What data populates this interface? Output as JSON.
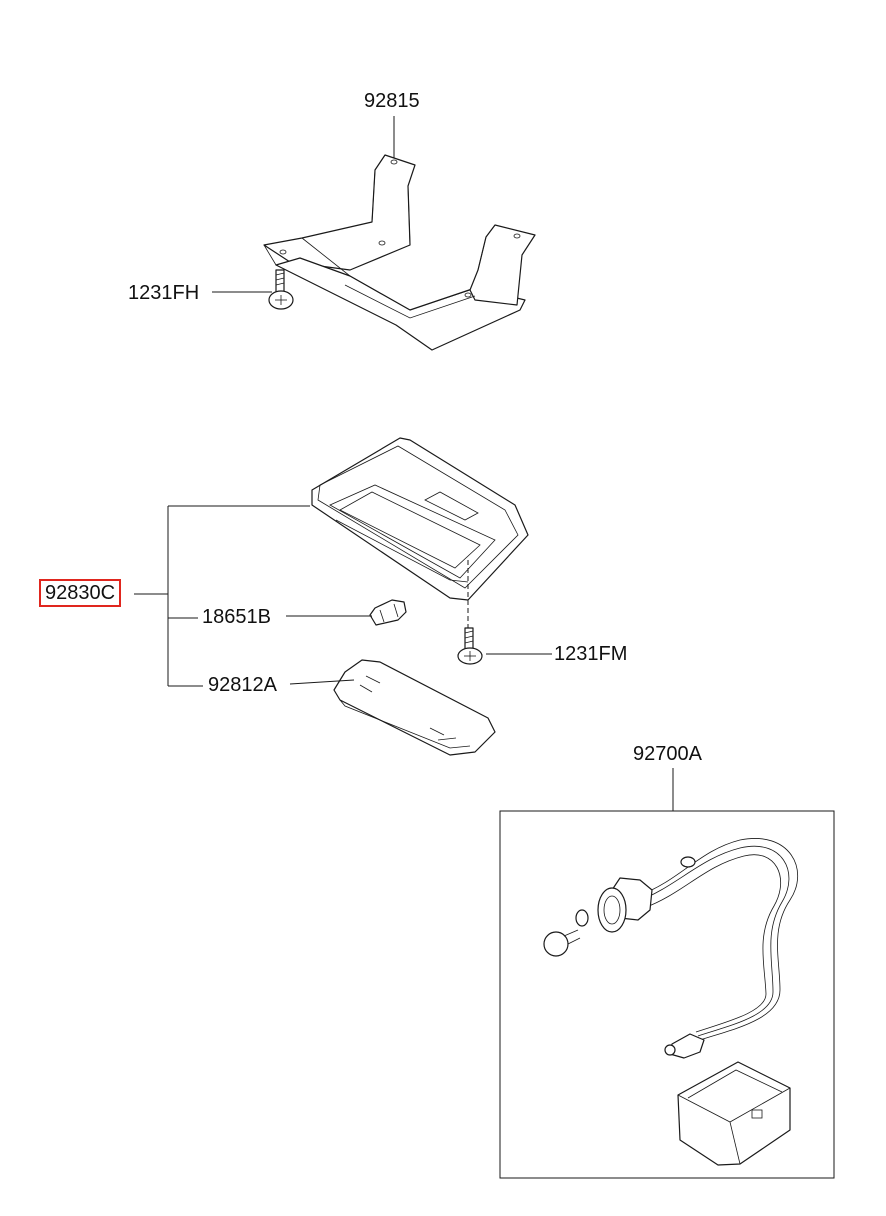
{
  "callouts": {
    "bracket": "92815",
    "screw_top": "1231FH",
    "lamp_assy": "92830C",
    "bulb": "18651B",
    "screw_mid": "1231FM",
    "lens": "92812A",
    "wiring": "92700A"
  },
  "selected_callout": "92830C",
  "colors": {
    "highlight": "#e0261e",
    "line": "#1a1a1a",
    "background": "#ffffff"
  }
}
